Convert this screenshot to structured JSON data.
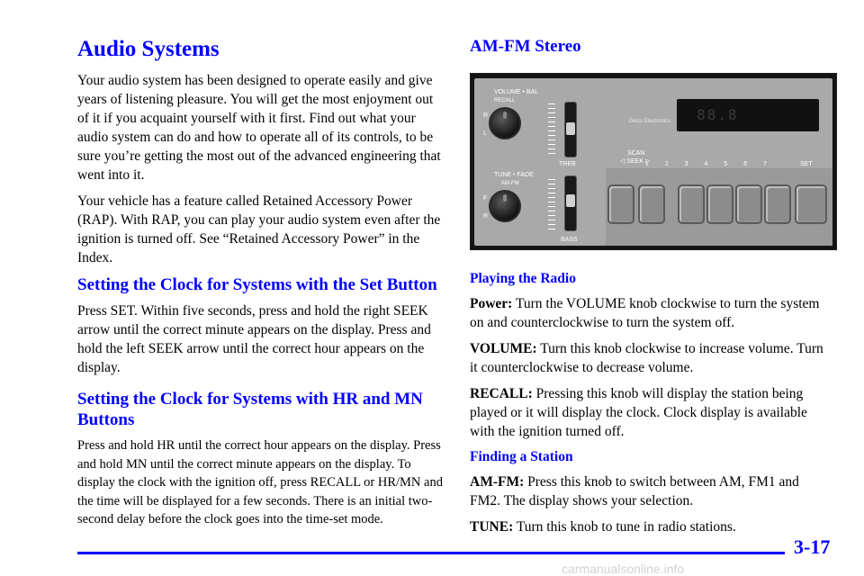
{
  "left": {
    "title": "Audio Systems",
    "intro_p1": "Your audio system has been designed to operate easily and give years of listening pleasure. You will get the most enjoyment out of it if you acquaint yourself with it first. Find out what your audio system can do and how to operate all of its controls, to be sure you’re getting the most out of the advanced engineering that went into it.",
    "intro_p2": "Your vehicle has a feature called Retained Accessory Power (RAP). With RAP, you can play your audio system even after the ignition is turned off. See “Retained Accessory Power” in the Index.",
    "section1_title": "Setting the Clock for Systems with the Set Button",
    "section1_body": "Press SET. Within five seconds, press and hold the right SEEK arrow until the correct minute appears on the display. Press and hold the left SEEK arrow until the correct hour appears on the display.",
    "section2_title": "Setting the Clock for Systems with HR and MN Buttons",
    "section2_body": "Press and hold HR until the correct hour appears on the display. Press and hold MN until the correct minute appears on the display. To display the clock with the ignition off, press RECALL or HR/MN and the time will be displayed for a few seconds. There is an initial two-second delay before the clock goes into the time-set mode."
  },
  "right": {
    "title": "AM-FM Stereo",
    "radio": {
      "volume_label": "VOLUME • BAL",
      "recall_label": "RECALL",
      "r": "R",
      "l": "L",
      "tune_label": "TUNE • FADE",
      "amfm_label": "AM-FM",
      "f": "F",
      "r2": "R",
      "treb": "TREB",
      "bass": "BASS",
      "scan_label": "SCAN",
      "seek_label": "◁ SEEK ▷",
      "display_text": "88.8",
      "brand": "Delco Electronics",
      "presets": "1 2 3 4 5 6 7",
      "set": "SET"
    },
    "playing_title": "Playing the Radio",
    "power_term": "Power:",
    "power_text": " Turn the VOLUME knob clockwise to turn the system on and counterclockwise to turn the system off.",
    "volume_term": "VOLUME:",
    "volume_text": " Turn this knob clockwise to increase volume. Turn it counterclockwise to decrease volume.",
    "recall_term": "RECALL:",
    "recall_text": " Pressing this knob will display the station being played or it will display the clock. Clock display is available with the ignition turned off.",
    "finding_title": "Finding a Station",
    "amfm_term": "AM-FM:",
    "amfm_text": " Press this knob to switch between AM, FM1 and FM2. The display shows your selection.",
    "tune_term": "TUNE:",
    "tune_text": " Turn this knob to tune in radio stations."
  },
  "footer": {
    "page_number": "3-17",
    "watermark": "carmanualsonline.info"
  }
}
